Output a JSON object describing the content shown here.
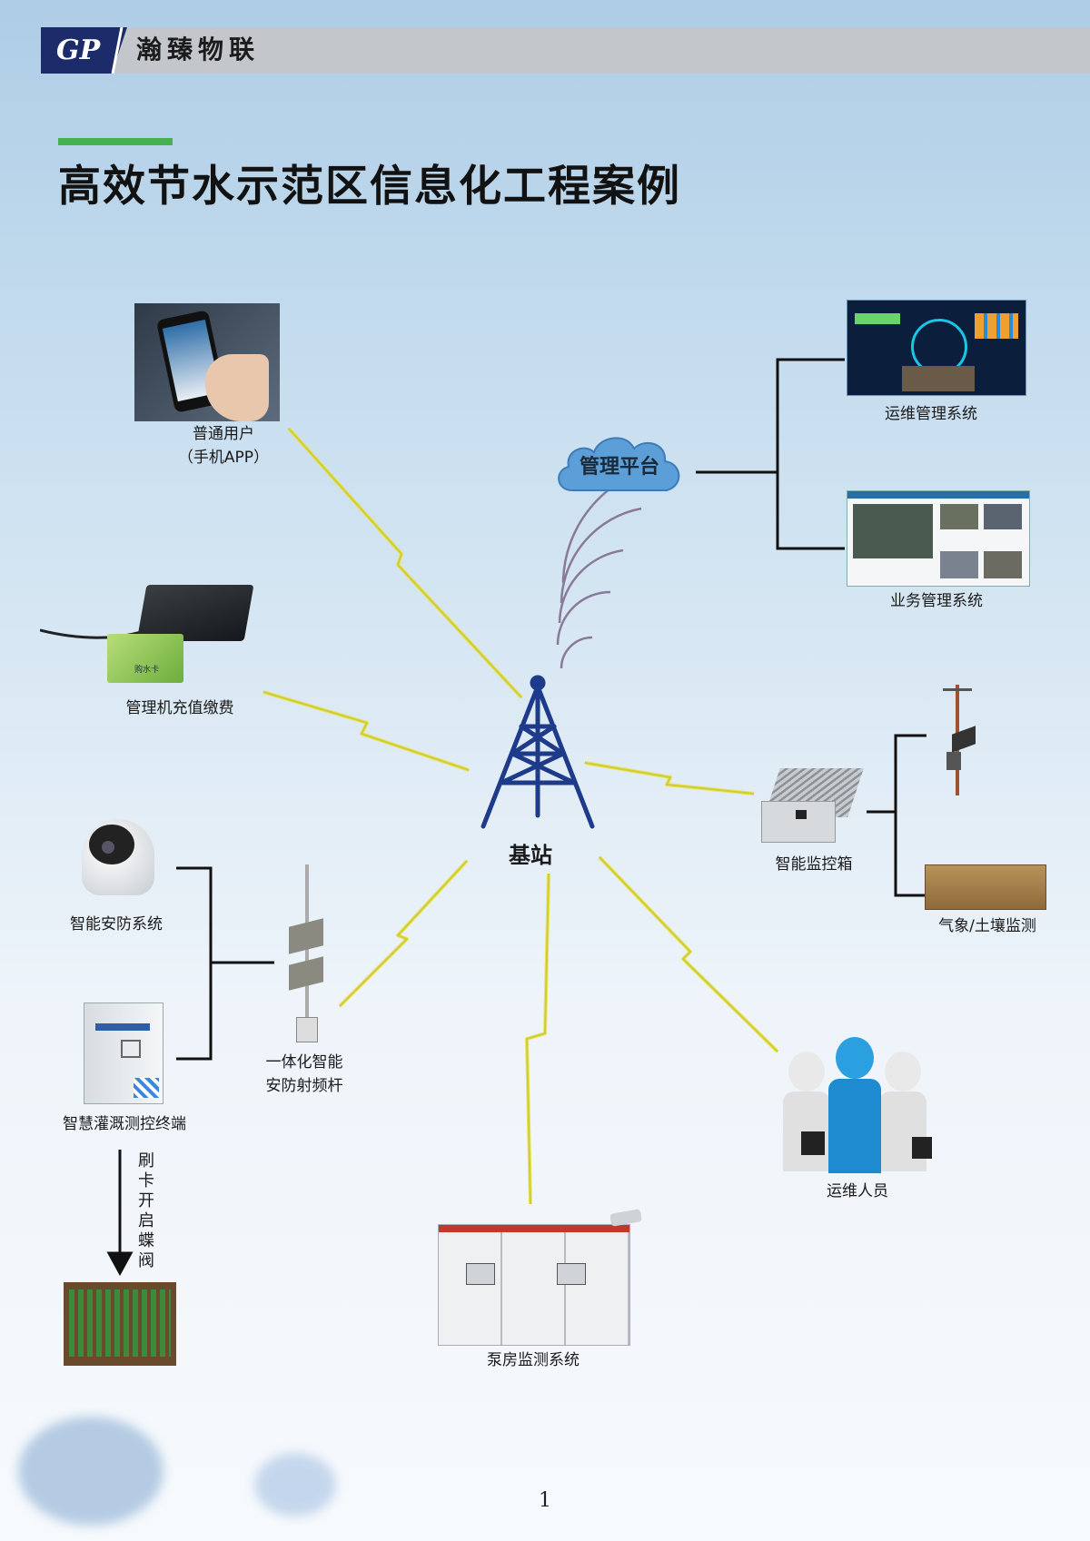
{
  "header": {
    "brand": "瀚臻物联",
    "logo_text": "GP"
  },
  "page_title": "高效节水示范区信息化工程案例",
  "platform": "管理平台",
  "base_station": "基站",
  "nodes": {
    "mobile_user": {
      "line1": "普通用户",
      "line2": "（手机APP）"
    },
    "ops_system": "运维管理系统",
    "business_system": "业务管理系统",
    "card_recharge": "管理机充值缴费",
    "smart_cabinet": "智能监控箱",
    "weather_soil": "气象/土壤监测",
    "security_system": "智能安防系统",
    "rf_pole": {
      "line1": "一体化智能",
      "line2": "安防射频杆"
    },
    "irrigation_terminal": "智慧灌溉测控终端",
    "swipe_valve": "刷卡开启蝶阀",
    "ops_staff": "运维人员",
    "pump_room": "泵房监测系统"
  },
  "card_text": "购水卡",
  "page_number": "1",
  "colors": {
    "header_bg": "#c3c7cc",
    "logo_bg": "#1c2c6b",
    "accent": "#46b150",
    "tower": "#1e3a8a",
    "bolt": "#e9e33a",
    "cloud": "#5c9ed8"
  }
}
